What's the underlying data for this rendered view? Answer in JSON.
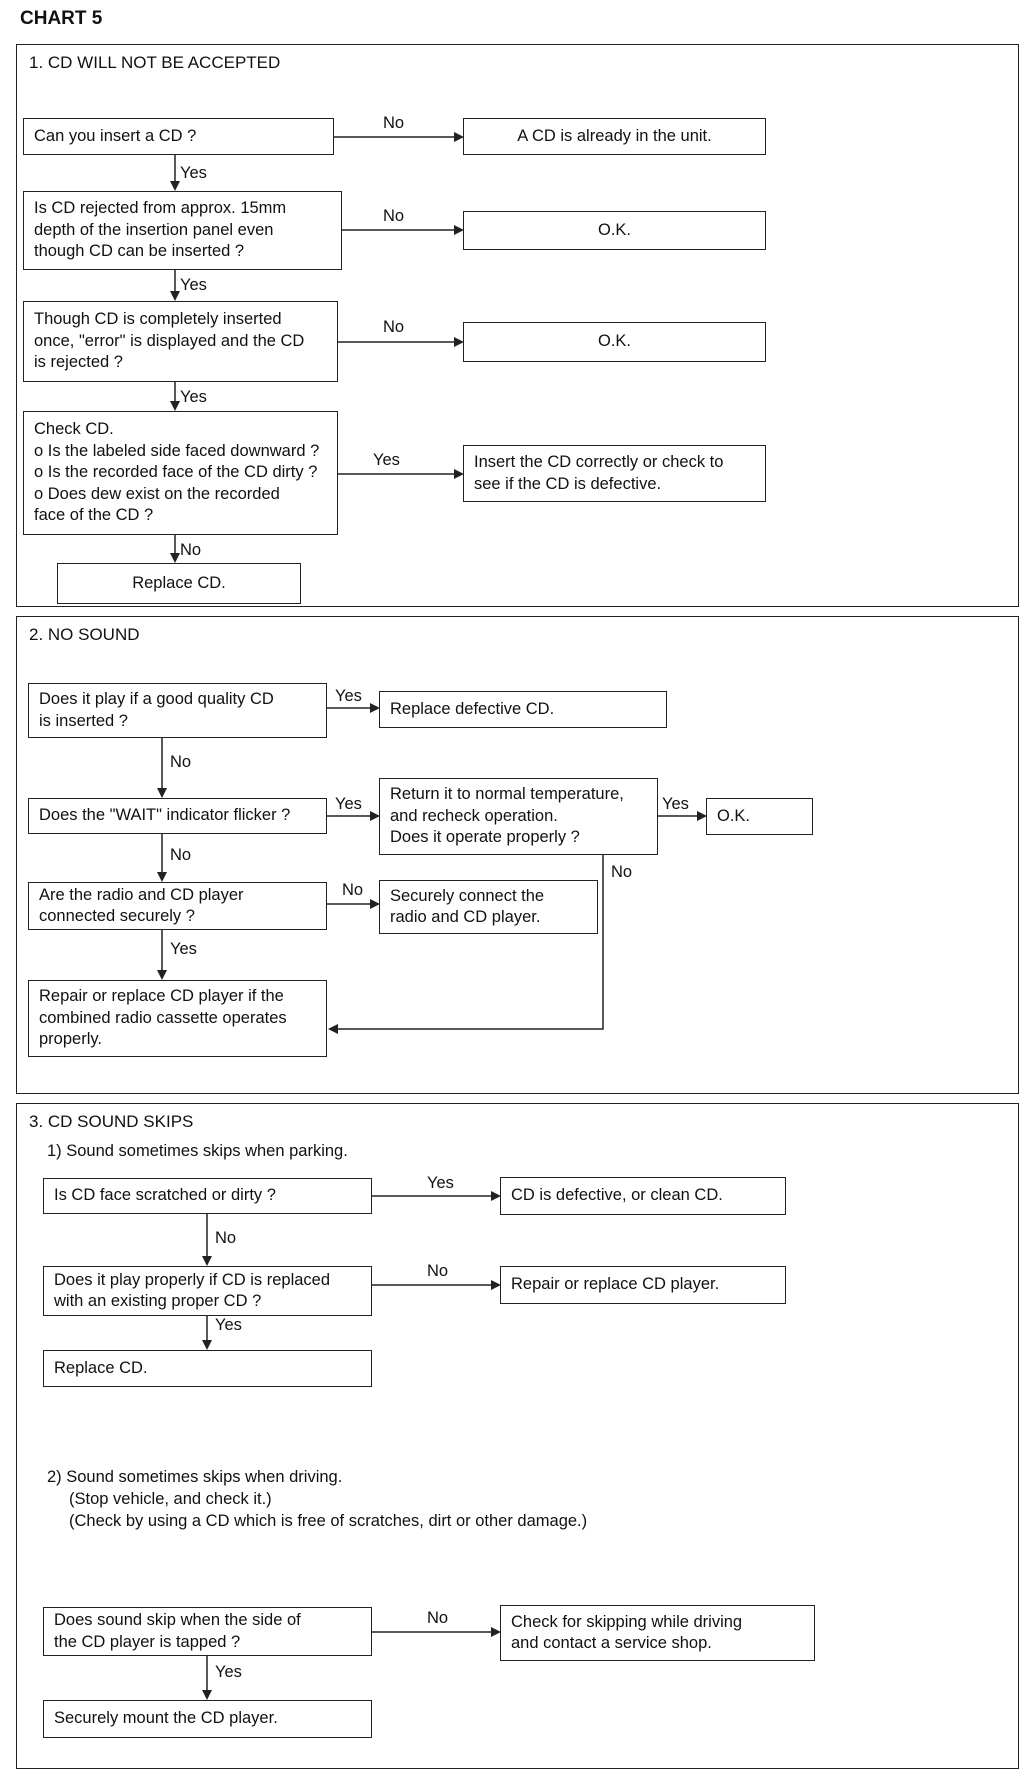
{
  "chart_title": "CHART 5",
  "section1": {
    "title": "1.  CD WILL NOT BE ACCEPTED",
    "q1": "Can you insert a CD ?",
    "q1_no_label": "No",
    "q1_no_result": "A CD is already in the unit.",
    "q1_yes_label": "Yes",
    "q2": "Is CD rejected from approx. 15mm\ndepth of the insertion panel even\nthough CD can be inserted ?",
    "q2_no_label": "No",
    "q2_no_result": "O.K.",
    "q2_yes_label": "Yes",
    "q3": "Though CD is completely inserted\nonce, \"error\" is displayed and the CD\nis rejected ?",
    "q3_no_label": "No",
    "q3_no_result": "O.K.",
    "q3_yes_label": "Yes",
    "q4": "Check CD.\no Is the labeled side faced downward ?\no Is the recorded face of the CD dirty ?\no Does dew exist on the recorded\n   face of the CD ?",
    "q4_yes_label": "Yes",
    "q4_yes_result": "Insert the CD correctly or check to\nsee if the CD is defective.",
    "q4_no_label": "No",
    "q4_no_result": "Replace CD."
  },
  "section2": {
    "title": "2.  NO SOUND",
    "q1": "Does it play if a good quality CD\nis inserted ?",
    "q1_yes_label": "Yes",
    "q1_yes_result": "Replace defective CD.",
    "q1_no_label": "No",
    "q2": "Does the \"WAIT\" indicator flicker ?",
    "q2_yes_label": "Yes",
    "q2_yes_result": "Return it to normal temperature,\nand recheck operation.\nDoes it operate properly ?",
    "temp_yes_label": "Yes",
    "temp_yes_result": "O.K.",
    "temp_no_label": "No",
    "q2_no_label": "No",
    "q3": "Are the radio and CD player\nconnected securely ?",
    "q3_no_label": "No",
    "q3_no_result": "Securely connect the\nradio and CD player.",
    "q3_yes_label": "Yes",
    "final": "Repair or replace CD player if the\ncombined radio cassette operates\nproperly."
  },
  "section3": {
    "title": "3.  CD SOUND SKIPS",
    "sub1": "1) Sound sometimes skips when parking.",
    "q1": "Is CD face scratched or dirty ?",
    "q1_yes_label": "Yes",
    "q1_yes_result": "CD is defective, or clean CD.",
    "q1_no_label": "No",
    "q2": "Does it play properly if CD is replaced\nwith an existing proper CD ?",
    "q2_no_label": "No",
    "q2_no_result": "Repair or replace CD player.",
    "q2_yes_label": "Yes",
    "q2_yes_result": "Replace CD.",
    "sub2_line1": "2) Sound sometimes skips when driving.",
    "sub2_line2": "(Stop vehicle, and check it.)",
    "sub2_line3": "(Check by using a CD which is free of scratches, dirt or other damage.)",
    "q3": "Does sound skip when the side of\nthe CD player is tapped ?",
    "q3_no_label": "No",
    "q3_no_result": "Check for skipping while driving\nand contact a service shop.",
    "q3_yes_label": "Yes",
    "q3_yes_result": "Securely mount the CD player."
  }
}
